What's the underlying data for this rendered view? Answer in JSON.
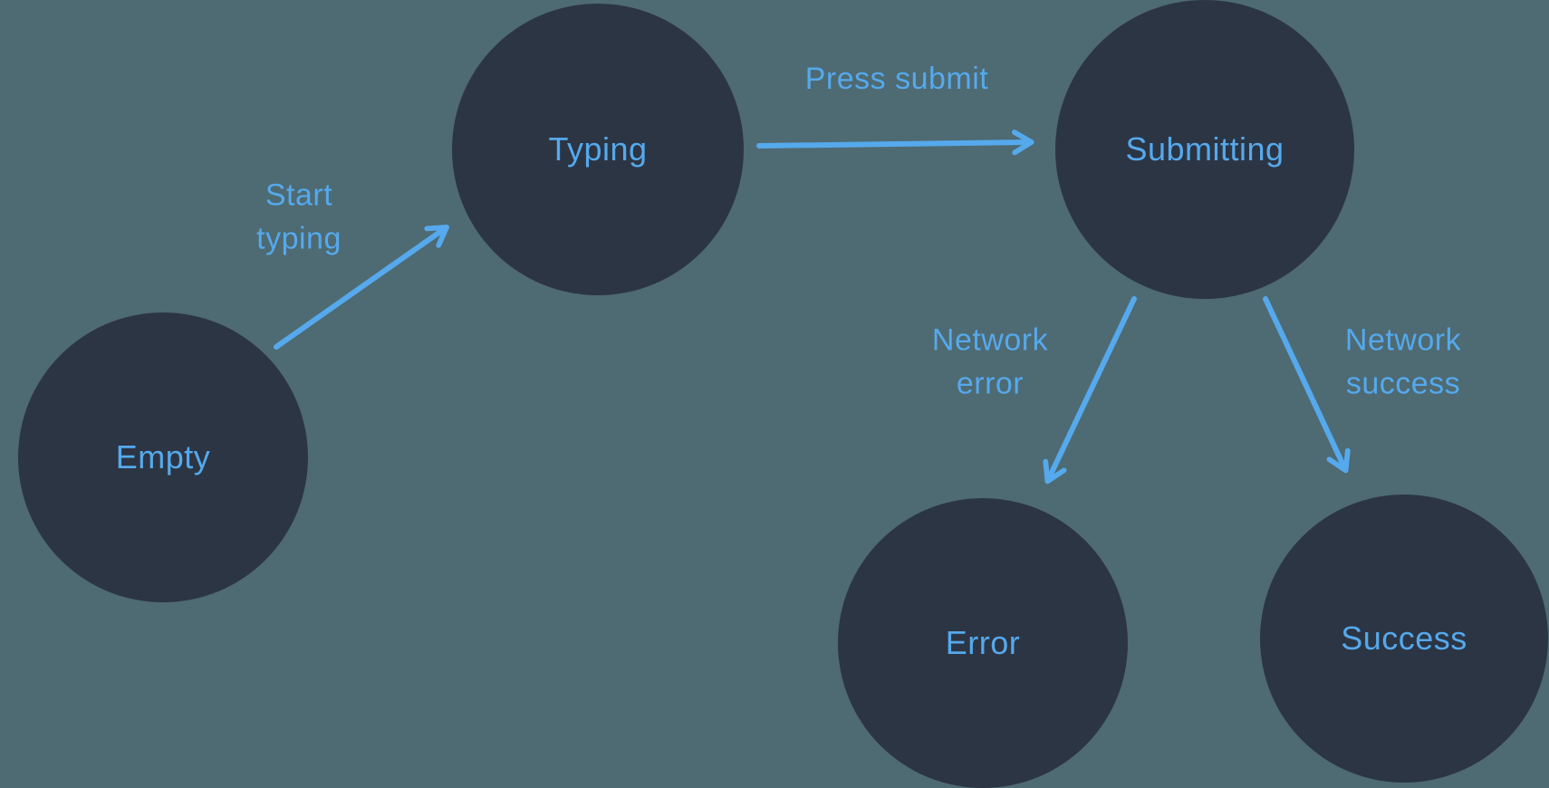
{
  "colors": {
    "background": "#4E6A72",
    "node": "#2C3544",
    "accent": "#55A9EC"
  },
  "nodes": {
    "empty": {
      "label": "Empty"
    },
    "typing": {
      "label": "Typing"
    },
    "submitting": {
      "label": "Submitting"
    },
    "error": {
      "label": "Error"
    },
    "success": {
      "label": "Success"
    }
  },
  "edges": {
    "start_typing": {
      "label": "Start typing",
      "from": "Empty",
      "to": "Typing"
    },
    "press_submit": {
      "label": "Press submit",
      "from": "Typing",
      "to": "Submitting"
    },
    "network_error": {
      "label": "Network error",
      "from": "Submitting",
      "to": "Error"
    },
    "network_success": {
      "label": "Network success",
      "from": "Submitting",
      "to": "Success"
    }
  }
}
